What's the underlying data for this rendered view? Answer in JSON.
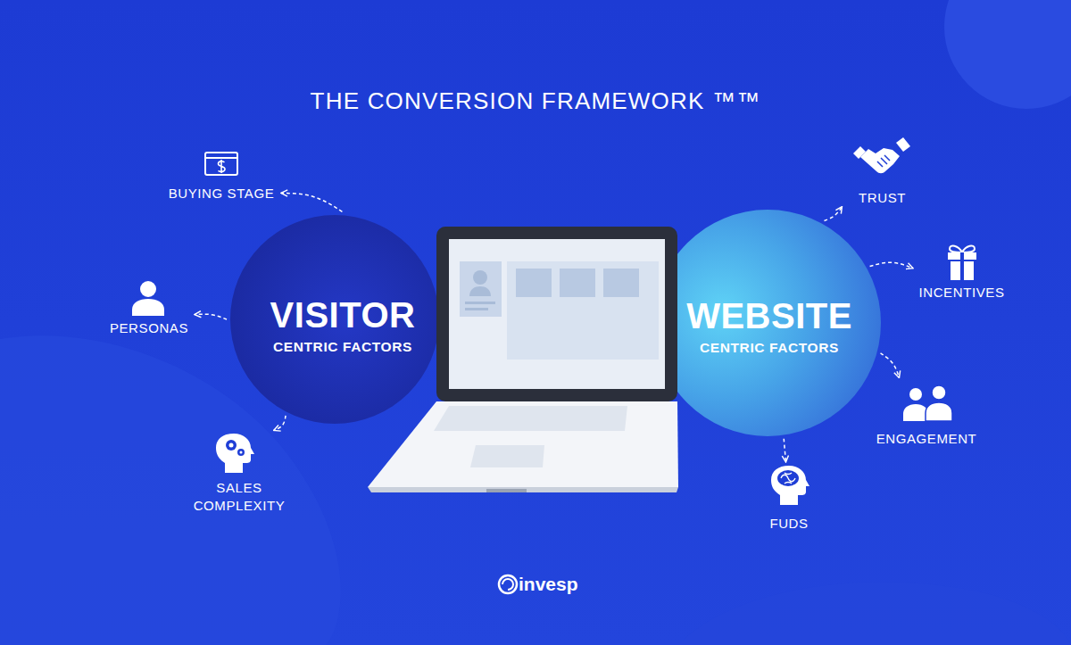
{
  "diagram": {
    "title": "THE CONVERSION FRAMEWORK ™™",
    "nodes": [
      {
        "text": [
          "VISITOR",
          "CENTRIC FACTORS"
        ]
      },
      {
        "text": [
          "BUYING STAGE"
        ]
      },
      {
        "text": [
          "PERSONAS"
        ]
      },
      {
        "text": [
          "SALES COMPLEXITY"
        ]
      },
      {
        "text": [
          "WEBSITE",
          "CENTRIC FACTORS"
        ]
      },
      {
        "text": [
          "TRUST"
        ]
      },
      {
        "text": [
          "INCENTIVES"
        ]
      },
      {
        "text": [
          "ENGAGEMENT"
        ]
      },
      {
        "text": [
          "FUDS"
        ]
      }
    ],
    "edges": [
      {
        "from": 0,
        "to": 1,
        "arrow": "to"
      },
      {
        "from": 0,
        "to": 2,
        "arrow": "to"
      },
      {
        "from": 0,
        "to": 3,
        "arrow": "to"
      },
      {
        "from": 4,
        "to": 5,
        "arrow": "to"
      },
      {
        "from": 4,
        "to": 6,
        "arrow": "to"
      },
      {
        "from": 4,
        "to": 7,
        "arrow": "to"
      },
      {
        "from": 4,
        "to": 8,
        "arrow": "to"
      }
    ],
    "labels": [
      "invesp"
    ]
  }
}
